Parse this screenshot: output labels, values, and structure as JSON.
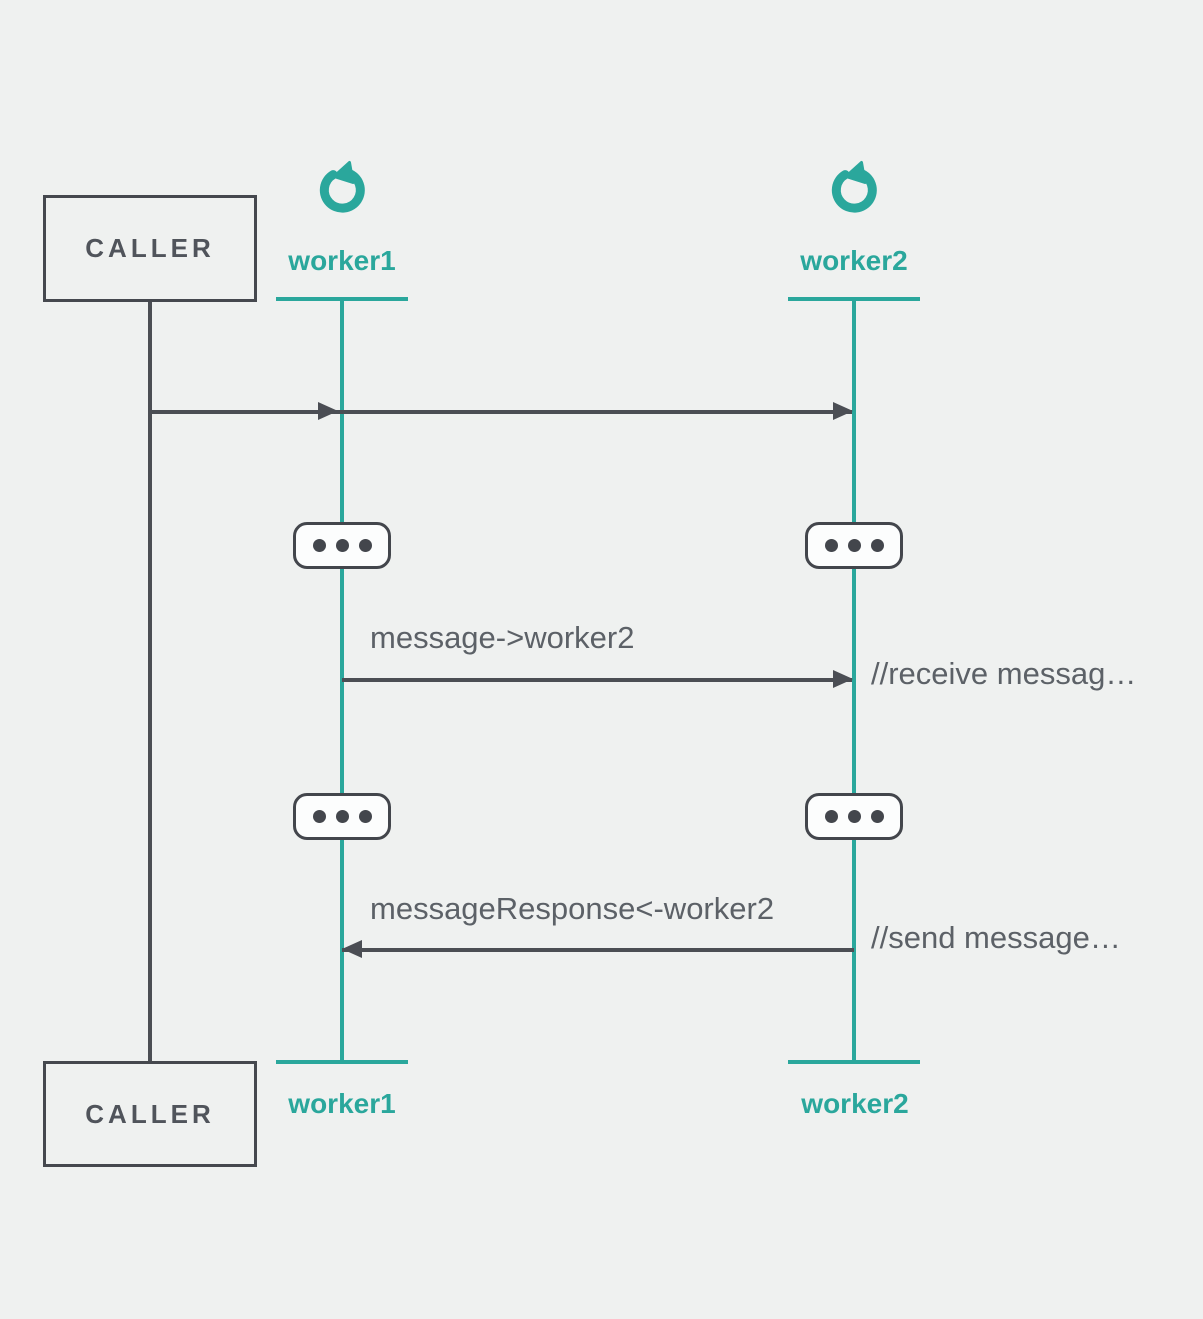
{
  "diagram": {
    "type": "sequence-diagram",
    "background": "#eff1f0",
    "colors": {
      "accent_teal": "#2aa79c",
      "line_dark": "#4b4e54",
      "caller_text": "#50545b",
      "message_text": "#5c6167",
      "delay_fill": "#fcfdfd"
    },
    "caller": {
      "label": "CALLER"
    },
    "workers": [
      {
        "id": "worker1",
        "label": "worker1",
        "icon": "restart-icon"
      },
      {
        "id": "worker2",
        "label": "worker2",
        "icon": "restart-icon"
      }
    ],
    "events": [
      {
        "type": "call",
        "from": "CALLER",
        "to": [
          "worker1",
          "worker2"
        ],
        "label": ""
      },
      {
        "type": "delay",
        "on": [
          "worker1",
          "worker2"
        ]
      },
      {
        "type": "message",
        "from": "worker1",
        "to": "worker2",
        "label": "message->worker2",
        "comment": "//receive messag…"
      },
      {
        "type": "delay",
        "on": [
          "worker1",
          "worker2"
        ]
      },
      {
        "type": "message",
        "from": "worker2",
        "to": "worker1",
        "label": "messageResponse<-worker2",
        "comment": "//send message…"
      }
    ]
  }
}
